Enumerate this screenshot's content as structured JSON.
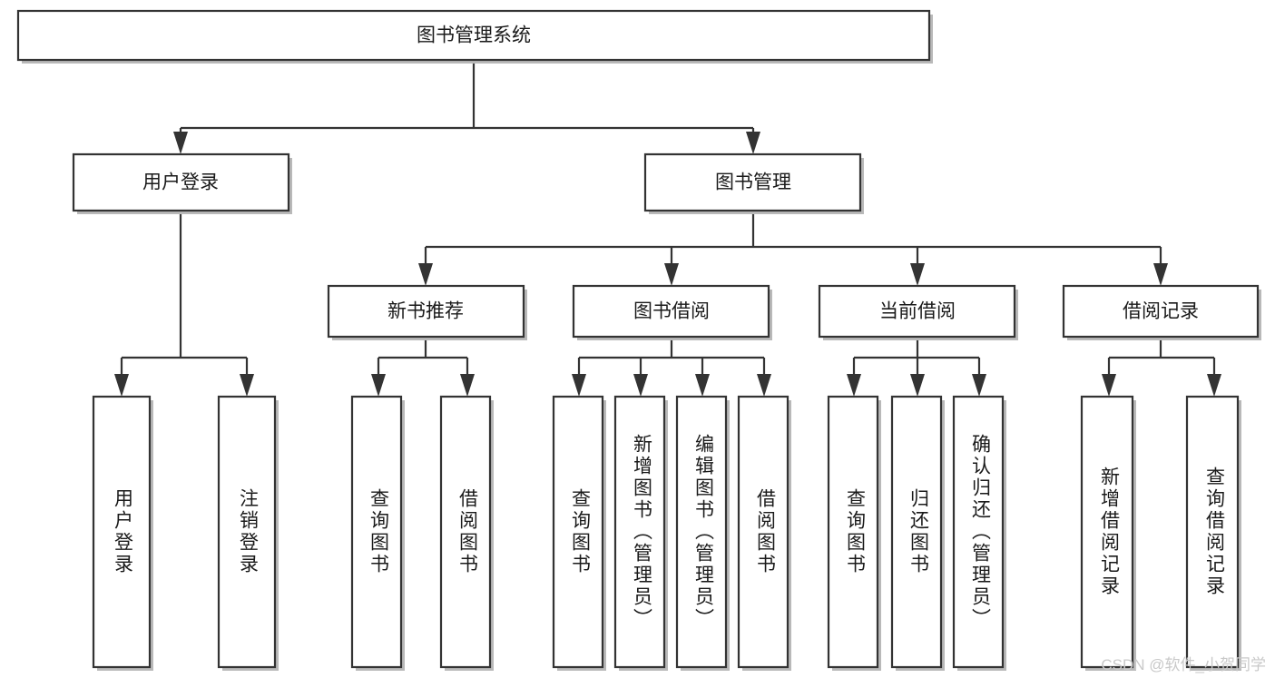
{
  "diagram": {
    "type": "tree-hierarchy-chart",
    "title": "图书管理系统",
    "orientation": "top-down",
    "style": {
      "box_fill": "#ffffff",
      "box_stroke": "#333333",
      "connector_color": "#333333",
      "text_color": "#1a1a1a",
      "background": "#ffffff",
      "watermark_color": "#c9c9c9"
    },
    "levels": [
      {
        "level": 1,
        "nodes": [
          {
            "id": "root",
            "label": "图书管理系统",
            "orientation": "horizontal"
          }
        ]
      },
      {
        "level": 2,
        "nodes": [
          {
            "id": "user-login",
            "label": "用户登录",
            "orientation": "horizontal",
            "parent": "root"
          },
          {
            "id": "book-management",
            "label": "图书管理",
            "orientation": "horizontal",
            "parent": "root"
          }
        ]
      },
      {
        "level": 3,
        "nodes": [
          {
            "id": "new-book-recommend",
            "label": "新书推荐",
            "orientation": "horizontal",
            "parent": "book-management"
          },
          {
            "id": "book-borrow",
            "label": "图书借阅",
            "orientation": "horizontal",
            "parent": "book-management"
          },
          {
            "id": "current-borrow",
            "label": "当前借阅",
            "orientation": "horizontal",
            "parent": "book-management"
          },
          {
            "id": "borrow-record",
            "label": "借阅记录",
            "orientation": "horizontal",
            "parent": "book-management"
          }
        ]
      },
      {
        "level": 4,
        "nodes": [
          {
            "id": "leaf-user-login",
            "label": "用户登录",
            "orientation": "vertical",
            "parent": "user-login"
          },
          {
            "id": "leaf-logout",
            "label": "注销登录",
            "orientation": "vertical",
            "parent": "user-login"
          },
          {
            "id": "leaf-query-book-1",
            "label": "查询图书",
            "orientation": "vertical",
            "parent": "new-book-recommend"
          },
          {
            "id": "leaf-borrow-book-1",
            "label": "借阅图书",
            "orientation": "vertical",
            "parent": "new-book-recommend"
          },
          {
            "id": "leaf-query-book-2",
            "label": "查询图书",
            "orientation": "vertical",
            "parent": "book-borrow"
          },
          {
            "id": "leaf-add-book",
            "label": "新增图书（管理员）",
            "orientation": "vertical",
            "parent": "book-borrow"
          },
          {
            "id": "leaf-edit-book",
            "label": "编辑图书（管理员）",
            "orientation": "vertical",
            "parent": "book-borrow"
          },
          {
            "id": "leaf-borrow-book-2",
            "label": "借阅图书",
            "orientation": "vertical",
            "parent": "book-borrow"
          },
          {
            "id": "leaf-query-book-3",
            "label": "查询图书",
            "orientation": "vertical",
            "parent": "current-borrow"
          },
          {
            "id": "leaf-return-book",
            "label": "归还图书",
            "orientation": "vertical",
            "parent": "current-borrow"
          },
          {
            "id": "leaf-confirm-return",
            "label": "确认归还（管理员）",
            "orientation": "vertical",
            "parent": "current-borrow"
          },
          {
            "id": "leaf-add-record",
            "label": "新增借阅记录",
            "orientation": "vertical",
            "parent": "borrow-record"
          },
          {
            "id": "leaf-query-record",
            "label": "查询借阅记录",
            "orientation": "vertical",
            "parent": "borrow-record"
          }
        ]
      }
    ]
  },
  "watermark": {
    "text": "CSDN @软件_小贺同学"
  }
}
